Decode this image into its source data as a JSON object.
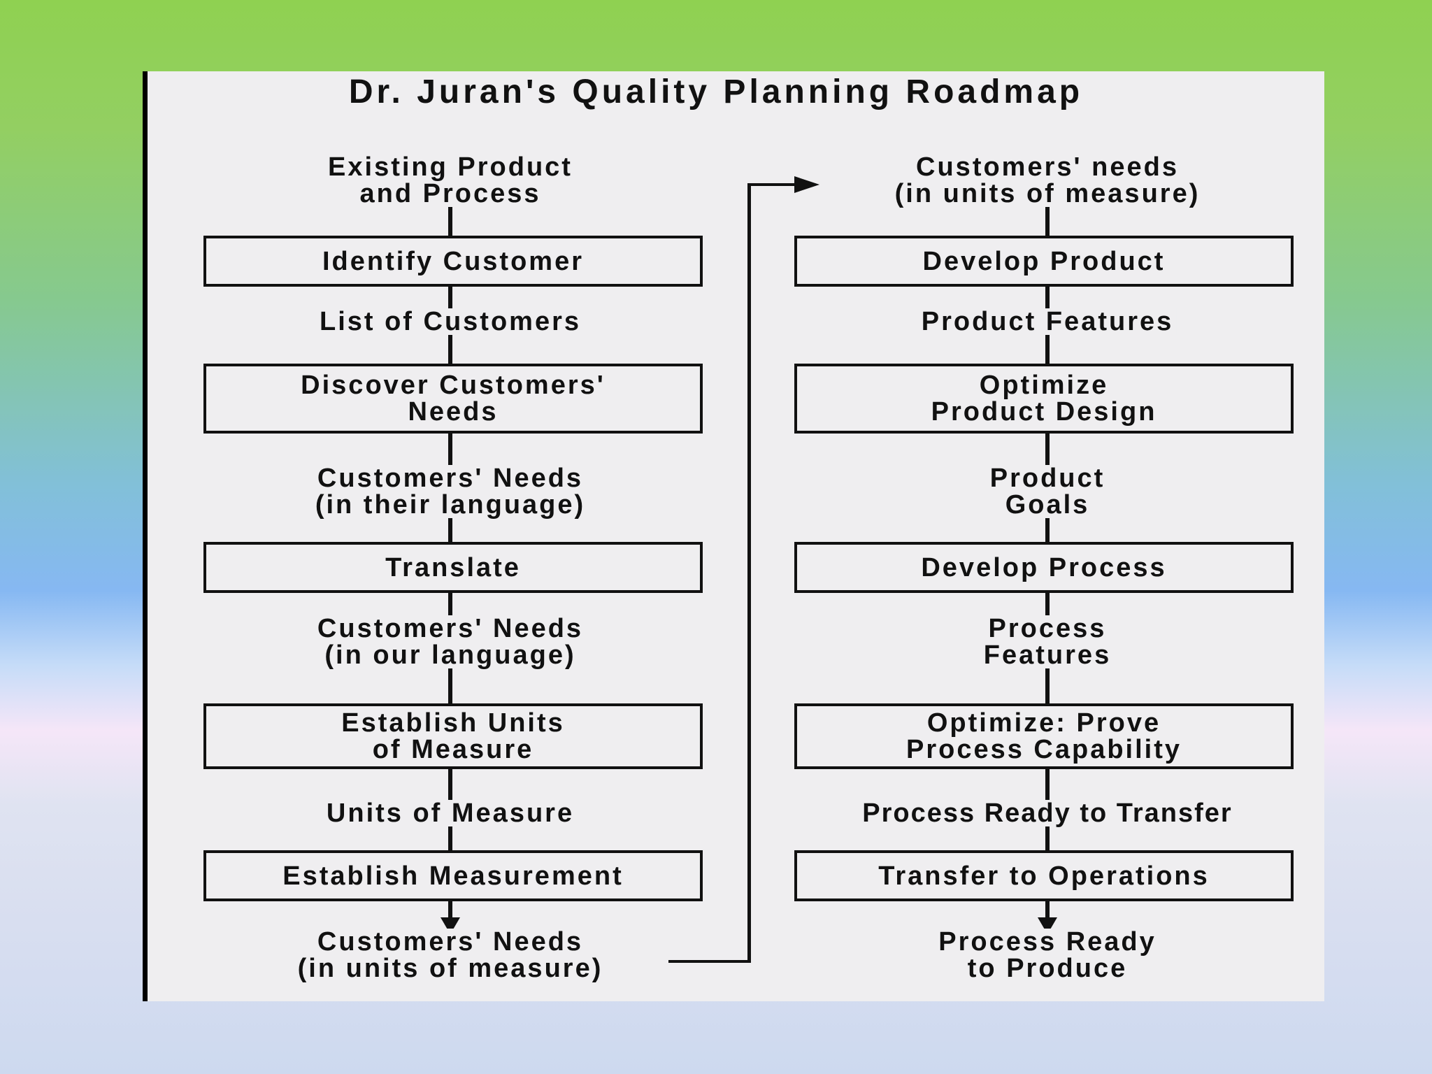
{
  "title": "Dr. Juran's Quality Planning Roadmap",
  "left_column": {
    "input": [
      "Existing Product",
      "and Process"
    ],
    "steps": [
      {
        "box": [
          "Identify Customer"
        ],
        "output": [
          "List of Customers"
        ]
      },
      {
        "box": [
          "Discover Customers'",
          "Needs"
        ],
        "output": [
          "Customers' Needs",
          "(in their language)"
        ]
      },
      {
        "box": [
          "Translate"
        ],
        "output": [
          "Customers' Needs",
          "(in our language)"
        ]
      },
      {
        "box": [
          "Establish Units",
          "of Measure"
        ],
        "output": [
          "Units of Measure"
        ]
      },
      {
        "box": [
          "Establish Measurement"
        ],
        "output": [
          "Customers' Needs",
          "(in units of measure)"
        ]
      }
    ]
  },
  "right_column": {
    "input": [
      "Customers' needs",
      "(in units of measure)"
    ],
    "steps": [
      {
        "box": [
          "Develop Product"
        ],
        "output": [
          "Product Features"
        ]
      },
      {
        "box": [
          "Optimize",
          "Product Design"
        ],
        "output": [
          "Product",
          "Goals"
        ]
      },
      {
        "box": [
          "Develop Process"
        ],
        "output": [
          "Process",
          "Features"
        ]
      },
      {
        "box": [
          "Optimize: Prove",
          "Process Capability"
        ],
        "output": [
          "Process Ready to Transfer"
        ]
      },
      {
        "box": [
          "Transfer to Operations"
        ],
        "output": [
          "Process Ready",
          "to Produce"
        ]
      }
    ]
  }
}
